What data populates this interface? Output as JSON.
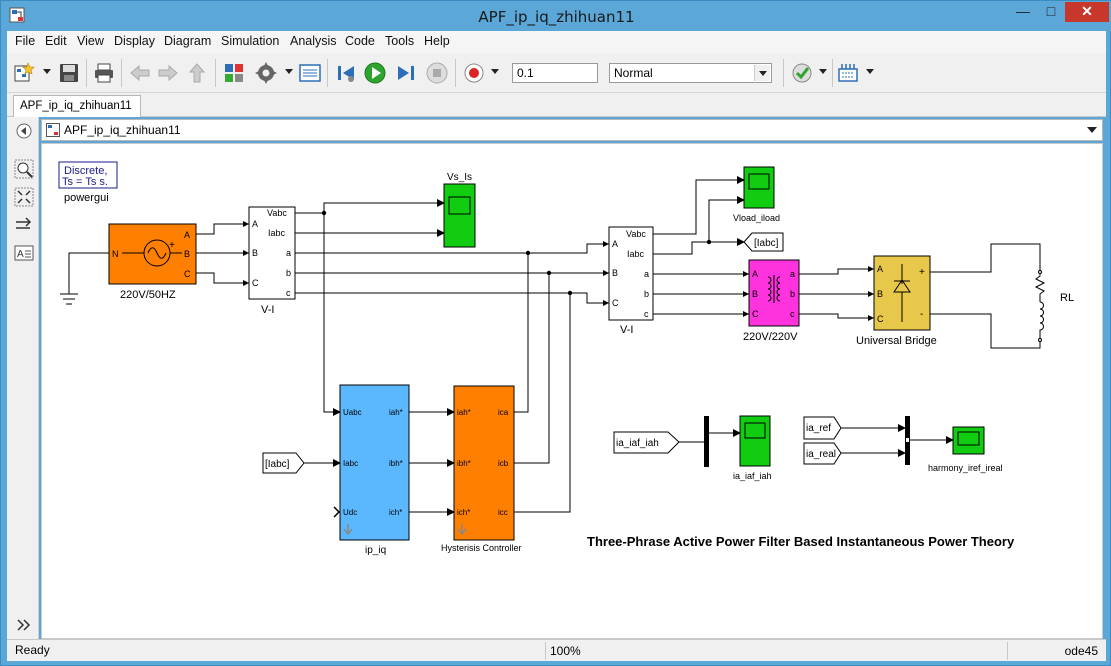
{
  "window": {
    "title": "APF_ip_iq_zhihuan11"
  },
  "menu": [
    "File",
    "Edit",
    "View",
    "Display",
    "Diagram",
    "Simulation",
    "Analysis",
    "Code",
    "Tools",
    "Help"
  ],
  "toolbar": {
    "stop_time": "0.1",
    "sim_mode": "Normal"
  },
  "tab": {
    "label": "APF_ip_iq_zhihuan11"
  },
  "address": {
    "model_path": "APF_ip_iq_zhihuan11"
  },
  "status": {
    "ready": "Ready",
    "zoom": "100%",
    "solver": "ode45"
  },
  "diagram": {
    "powergui": {
      "line1": "Discrete,",
      "line2": "Ts = Ts s.",
      "label": "powergui"
    },
    "source": {
      "label": "220V/50HZ",
      "port_n": "N",
      "port_a": "A",
      "port_b": "B",
      "port_c": "C"
    },
    "vi1": {
      "label": "V-I",
      "in_a": "A",
      "in_b": "B",
      "in_c": "C",
      "out_vabc": "Vabc",
      "out_iabc": "Iabc",
      "out_a": "a",
      "out_b": "b",
      "out_c": "c"
    },
    "scope_vs": {
      "label": "Vs_Is"
    },
    "vi2": {
      "label": "V-I",
      "in_a": "A",
      "in_b": "B",
      "in_c": "C",
      "out_vabc": "Vabc",
      "out_iabc": "Iabc",
      "out_a": "a",
      "out_b": "b",
      "out_c": "c"
    },
    "scope_vload": {
      "label": "Vload_iload"
    },
    "goto_iabc": {
      "label": "[Iabc]"
    },
    "transformer": {
      "label": "220V/220V",
      "in_a": "A",
      "in_b": "B",
      "in_c": "C",
      "out_a": "a",
      "out_b": "b",
      "out_c": "c"
    },
    "bridge": {
      "label": "Universal Bridge",
      "port_a": "A",
      "port_b": "B",
      "port_c": "C",
      "plus": "+",
      "minus": "-"
    },
    "load": {
      "label": "RL"
    },
    "ipiq": {
      "label": "ip_iq",
      "in_uabc": "Uabc",
      "in_iabc": "Iabc",
      "in_udc": "Udc",
      "out_iah": "iah*",
      "out_ibh": "ibh*",
      "out_ich": "ich*"
    },
    "from_iabc": {
      "label": "[Iabc]"
    },
    "hysteresis": {
      "label": "Hysterisis Controller",
      "in_iah": "iah*",
      "in_ibh": "ibh*",
      "in_ich": "ich*",
      "out_ica": "ica",
      "out_icb": "icb",
      "out_icc": "icc"
    },
    "from_iaf": {
      "label": "ia_iaf_iah"
    },
    "scope_iaf": {
      "label": "ia_iaf_iah"
    },
    "from_ref": {
      "label": "ia_ref"
    },
    "from_real": {
      "label": "ia_real"
    },
    "scope_harmony": {
      "label": "harmony_iref_ireal"
    },
    "annotation": "Three-Phrase Active Power Filter Based Instantaneous Power Theory"
  }
}
